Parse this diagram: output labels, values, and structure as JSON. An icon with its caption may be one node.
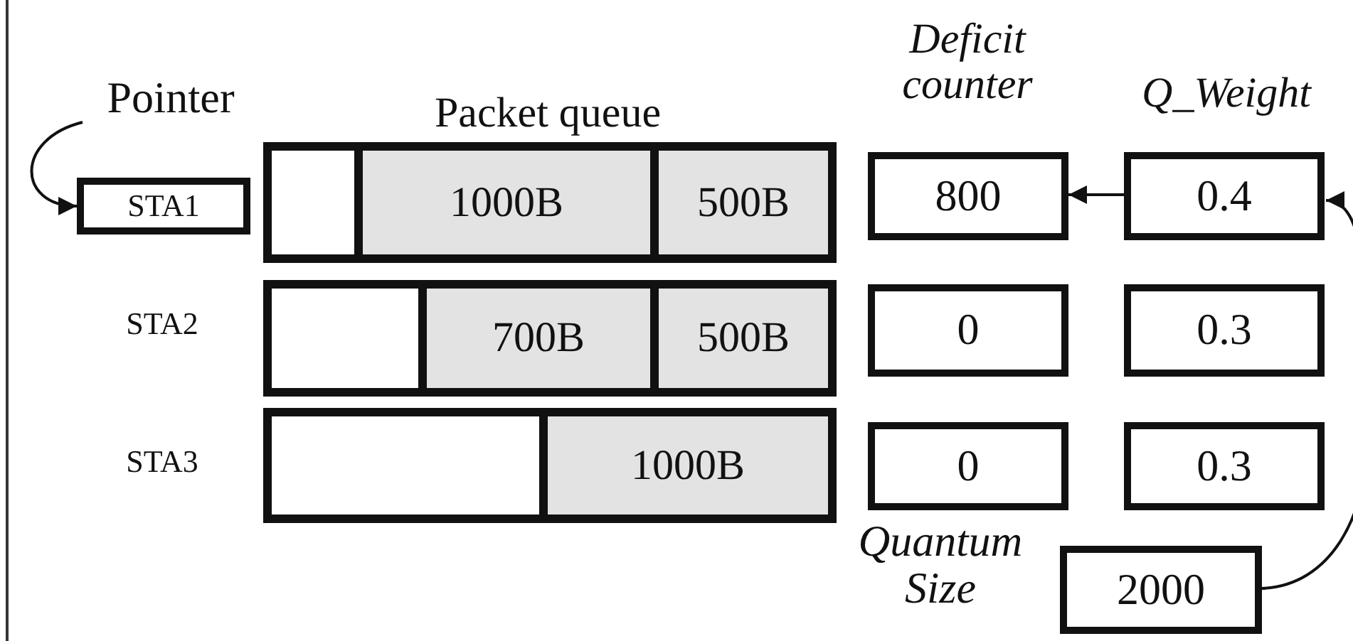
{
  "diagram": {
    "nodes": [
      {
        "text": [
          "Pointer"
        ]
      },
      {
        "text": [
          "STA1"
        ]
      },
      {
        "text": [],
        "shape": "bar"
      },
      {
        "text": [
          "1000B"
        ],
        "in": 2
      },
      {
        "text": [
          "500B"
        ],
        "in": 2
      },
      {
        "text": [
          "800"
        ]
      },
      {
        "text": [
          "0.4"
        ]
      },
      {
        "text": [],
        "shape": "bar"
      },
      {
        "text": [
          "700B"
        ],
        "in": 7
      },
      {
        "text": [
          "500B"
        ],
        "in": 7
      },
      {
        "text": [
          "0"
        ]
      },
      {
        "text": [
          "0.3"
        ]
      },
      {
        "text": [],
        "shape": "bar"
      },
      {
        "text": [
          "1000B"
        ],
        "in": 12
      },
      {
        "text": [
          "0"
        ]
      },
      {
        "text": [
          "0.3"
        ]
      },
      {
        "text": [
          "2000"
        ],
        "beside": [
          "Quantum Size"
        ]
      }
    ],
    "edges": [
      {
        "from": 0,
        "to": 1,
        "arrow": "to"
      },
      {
        "from": 6,
        "to": 5,
        "arrow": "to"
      },
      {
        "from": 16,
        "to": 6,
        "arrow": "to"
      }
    ],
    "labels": [
      "Deficit counter",
      "Packet queue",
      "Q_Weight",
      "STA2",
      "STA3"
    ]
  }
}
